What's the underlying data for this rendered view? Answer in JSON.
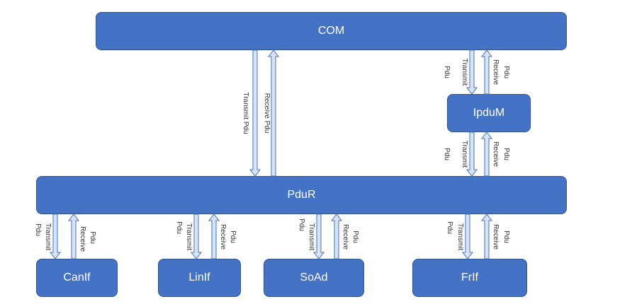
{
  "modules": {
    "com": "COM",
    "ipdum": "IpduM",
    "pdur": "PduR",
    "canif": "CanIf",
    "linif": "LinIf",
    "soad": "SoAd",
    "frif": "FrIf"
  },
  "arrows": {
    "transmit_pdu": "Transmit Pdu",
    "receive_pdu": "Receive Pdu",
    "transmit": "Transmit",
    "receive": "Receive",
    "pdu": "Pdu"
  },
  "colors": {
    "box_fill": "#4472c4",
    "box_border": "#2f5597",
    "arrow_fill": "#dae3f3",
    "arrow_stroke": "#4472c4"
  }
}
